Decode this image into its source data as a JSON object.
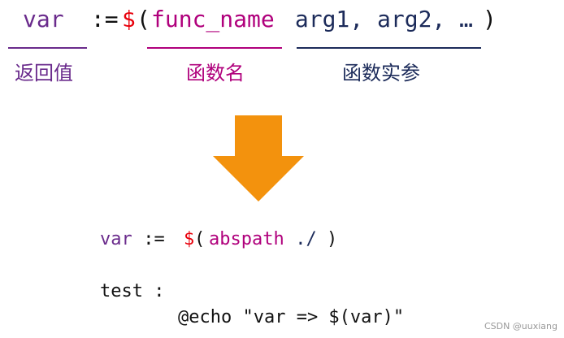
{
  "colors": {
    "return_value": "#6a2b8c",
    "func_name": "#b0007c",
    "args": "#1c2b5a",
    "dollar": "#e8000b",
    "text": "#111111",
    "arrow": "#f3920d"
  },
  "syntax": {
    "var": "var",
    "assign": " := ",
    "dollar": "$",
    "open_paren": "(",
    "func_name": "func_name",
    "args": " arg1, arg2, …",
    "close_paren": ")"
  },
  "captions": {
    "return_value": "返回值",
    "func_name": "函数名",
    "args": "函数实参"
  },
  "arrow_icon": "down-arrow-icon",
  "example": {
    "line1": {
      "var": "var",
      "assign": " := ",
      "dollar": "$",
      "open_paren": "(",
      "func": "abspath",
      "arg": " ./",
      "close_paren": ")"
    },
    "line2": "test :",
    "line3": "@echo \"var => $(var)\""
  },
  "watermark": "CSDN @uuxiang"
}
